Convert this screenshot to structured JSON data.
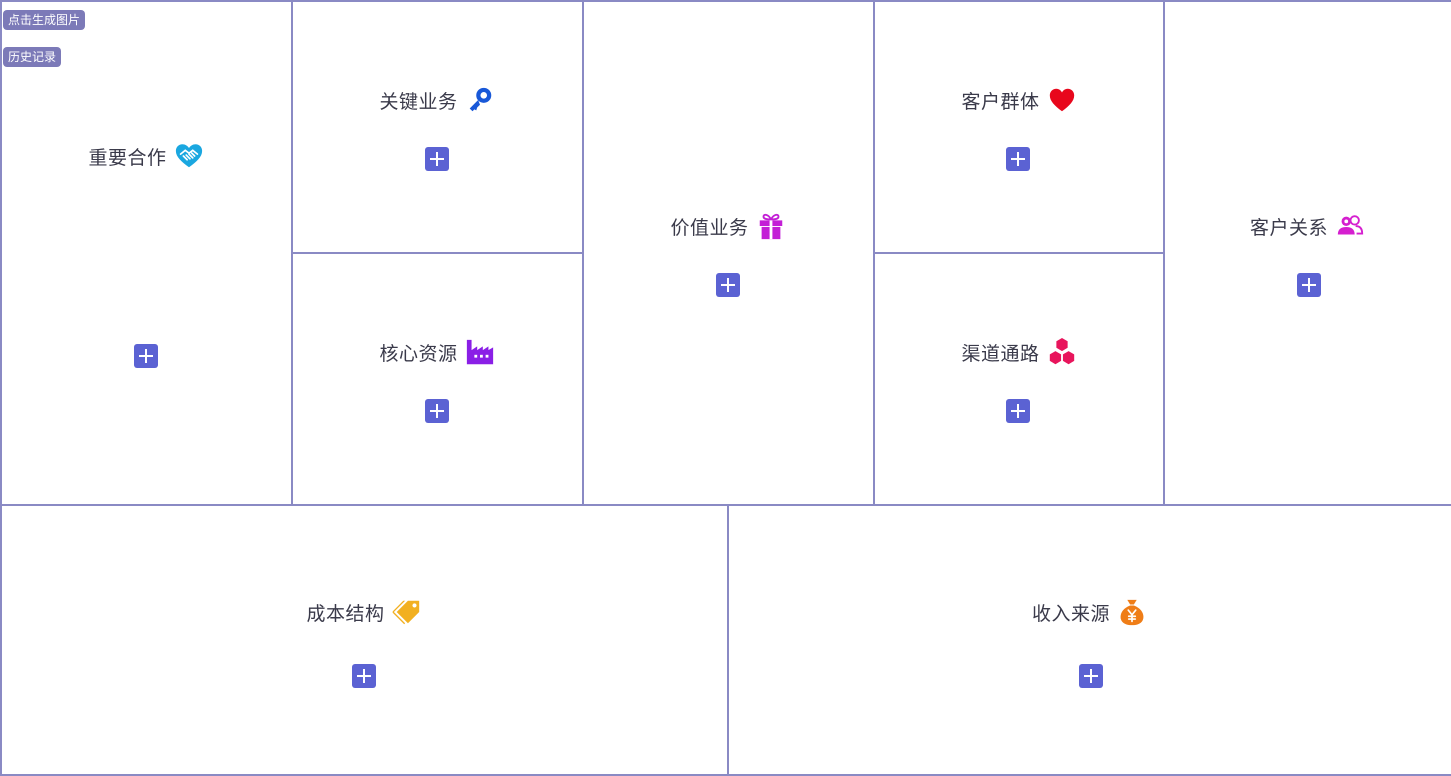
{
  "toolbar": {
    "generate_image_label": "点击生成图片",
    "history_label": "历史记录"
  },
  "blocks": {
    "key_partners": {
      "title": "重要合作",
      "icon": "handshake-heart-icon",
      "color": "#1aa7e0"
    },
    "key_activities": {
      "title": "关键业务",
      "icon": "key-icon",
      "color": "#1858d8"
    },
    "key_resources": {
      "title": "核心资源",
      "icon": "factory-icon",
      "color": "#8a1fe6"
    },
    "value_propositions": {
      "title": "价值业务",
      "icon": "gift-icon",
      "color": "#c31fd6"
    },
    "customer_segments": {
      "title": "客户群体",
      "icon": "heart-icon",
      "color": "#e8071c"
    },
    "channels": {
      "title": "渠道通路",
      "icon": "hexagons-icon",
      "color": "#e8155c"
    },
    "customer_relationships": {
      "title": "客户关系",
      "icon": "users-icon",
      "color": "#d51fcf"
    },
    "cost_structure": {
      "title": "成本结构",
      "icon": "tags-icon",
      "color": "#f2b020"
    },
    "revenue_streams": {
      "title": "收入来源",
      "icon": "money-bag-icon",
      "color": "#ef7d17"
    }
  },
  "add_icon": "plus-icon",
  "accent": "#5b62d3",
  "border_color": "#8a8ac4"
}
